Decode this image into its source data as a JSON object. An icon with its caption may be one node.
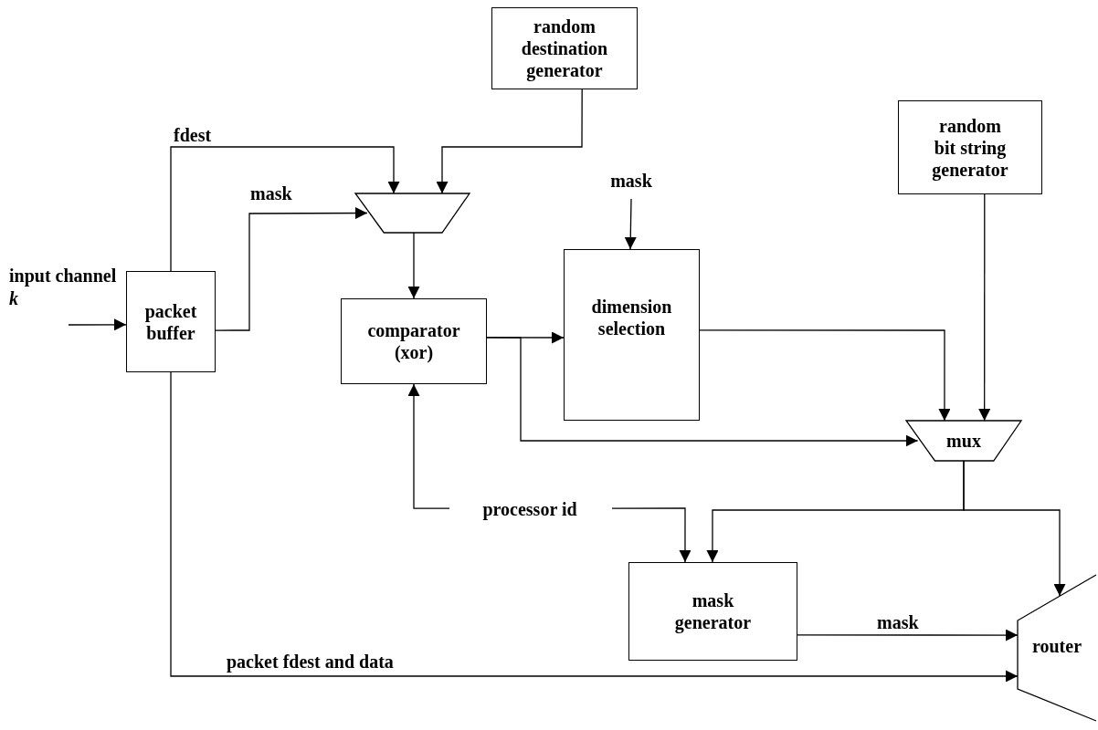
{
  "diagram": {
    "nodes": [
      {
        "text": [
          "random destination generator"
        ]
      },
      {
        "text": [
          "random bit string generator"
        ]
      },
      {
        "text": [
          "input channel *k*"
        ]
      },
      {
        "text": [
          "packet buffer"
        ]
      },
      {
        "text": [],
        "shape": "trapezoid"
      },
      {
        "text": [
          "mask"
        ]
      },
      {
        "text": [
          "comparator (xor)"
        ]
      },
      {
        "text": [
          "dimension selection"
        ]
      },
      {
        "text": [
          "mux"
        ]
      },
      {
        "text": [
          "processor id"
        ]
      },
      {
        "text": [
          "mask generator"
        ]
      },
      {
        "text": [
          "router"
        ]
      }
    ],
    "edges": [
      {
        "from": 2,
        "to": 3,
        "arrow": "to"
      },
      {
        "from": 3,
        "to": 4,
        "arrow": "to",
        "label": "fdest"
      },
      {
        "from": 0,
        "to": 4,
        "arrow": "to"
      },
      {
        "from": 3,
        "to": 4,
        "arrow": "to",
        "label": "mask"
      },
      {
        "from": 4,
        "to": 6,
        "arrow": "to"
      },
      {
        "from": 5,
        "to": 7,
        "arrow": "to"
      },
      {
        "from": 6,
        "to": 7,
        "arrow": "to"
      },
      {
        "from": 6,
        "to": 8,
        "arrow": "to"
      },
      {
        "from": 7,
        "to": 8,
        "arrow": "to"
      },
      {
        "from": 1,
        "to": 8,
        "arrow": "to"
      },
      {
        "from": 9,
        "to": 6,
        "arrow": "to"
      },
      {
        "from": 9,
        "to": 10,
        "arrow": "to"
      },
      {
        "from": 8,
        "to": 10,
        "arrow": "to"
      },
      {
        "from": 8,
        "to": 11,
        "arrow": "to"
      },
      {
        "from": 10,
        "to": 11,
        "arrow": "to",
        "label": "mask"
      },
      {
        "from": 3,
        "to": 11,
        "arrow": "to",
        "label": "packet fdest and data"
      }
    ]
  }
}
